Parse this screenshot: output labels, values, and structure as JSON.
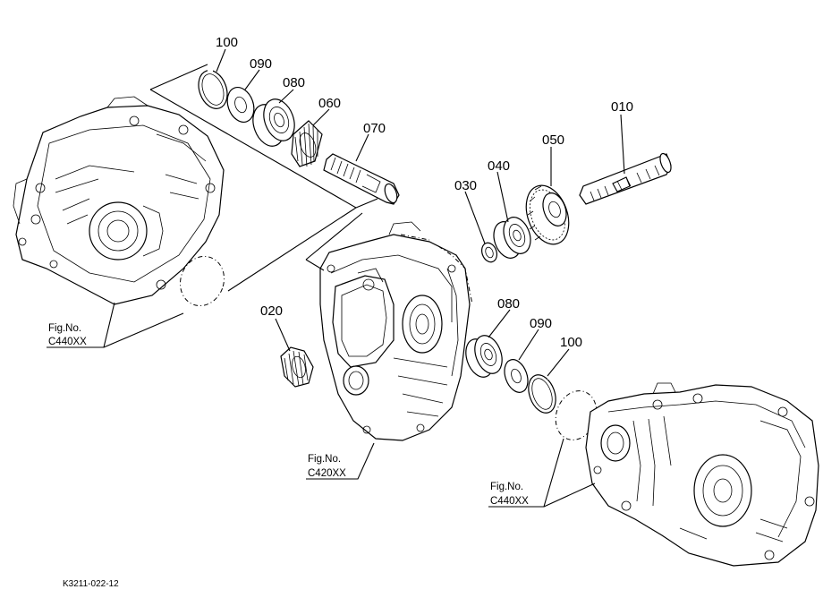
{
  "parts": {
    "p010": "010",
    "p020": "020",
    "p030": "030",
    "p040": "040",
    "p050": "050",
    "p060": "060",
    "p070": "070",
    "p080_top": "080",
    "p090_top": "090",
    "p100_top": "100",
    "p080_bottom": "080",
    "p090_bottom": "090",
    "p100_bottom": "100"
  },
  "figrefs": {
    "left": {
      "line1": "Fig.No.",
      "line2": "C440XX"
    },
    "center": {
      "line1": "Fig.No.",
      "line2": "C420XX"
    },
    "right": {
      "line1": "Fig.No.",
      "line2": "C440XX"
    }
  },
  "drawing_code": "K3211-022-12"
}
